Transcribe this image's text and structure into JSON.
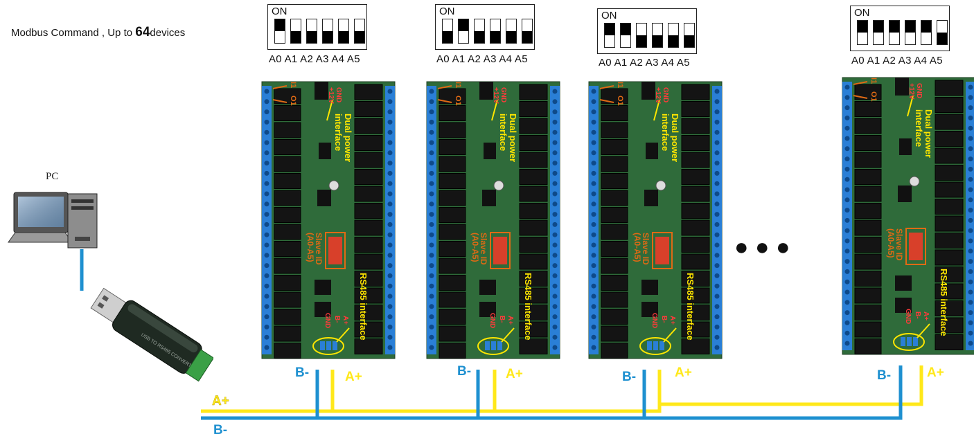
{
  "title": {
    "prefix": "Modbus Command , Up to ",
    "number": "64",
    "suffix": "devices"
  },
  "pc_label": "PC",
  "ellipsis": "● ● ●",
  "switch_on_label": "ON",
  "address_labels": "A0 A1 A2 A3 A4 A5",
  "boards": [
    {
      "dip": [
        "up",
        "down",
        "down",
        "down",
        "down",
        "down"
      ],
      "b_label": "B-",
      "a_label": "A+"
    },
    {
      "dip": [
        "down",
        "up",
        "down",
        "down",
        "down",
        "down"
      ],
      "b_label": "B-",
      "a_label": "A+"
    },
    {
      "dip": [
        "up",
        "up",
        "down",
        "down",
        "down",
        "down"
      ],
      "b_label": "B-",
      "a_label": "A+"
    },
    {
      "dip": [
        "up",
        "up",
        "up",
        "up",
        "up",
        "down"
      ],
      "b_label": "B-",
      "a_label": "A+"
    }
  ],
  "board_text": {
    "i1": "I1",
    "o1": "O1",
    "gnd": "GND",
    "vcc": "+12V",
    "dual_power": "Dual power",
    "interface": "interface",
    "slave_id": "Slave ID",
    "slave_range": "(A0-A5)",
    "rs485": "RS485 interface",
    "b": "B-",
    "a": "A+",
    "gnd2": "GND"
  },
  "usb_text": "USB TO RS485 CONVERTER",
  "usb_a_label": "A+",
  "usb_b_label": "B-",
  "colors": {
    "bus_a": "#ffe81a",
    "bus_b": "#1e90d0",
    "pcb": "#2f6b3a",
    "terminal": "#2a7fd6",
    "relay": "#141414",
    "annot_orange": "#e06a14",
    "annot_yellow": "#ffe600"
  }
}
